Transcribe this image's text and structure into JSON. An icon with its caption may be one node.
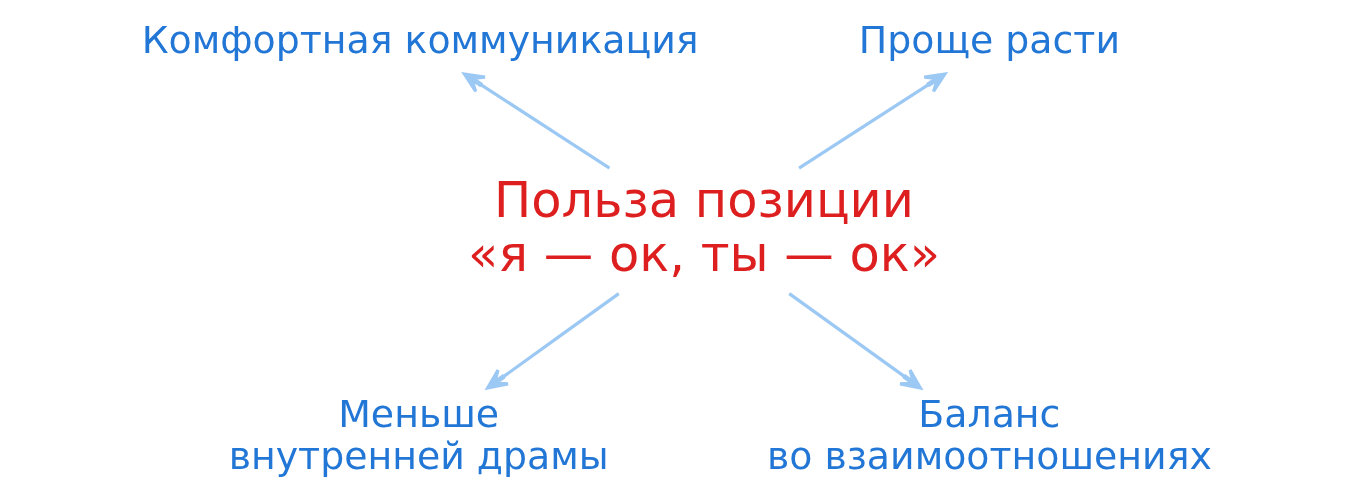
{
  "diagram": {
    "nodes": [
      {
        "text": [
          "Комфортная коммуникация"
        ]
      },
      {
        "text": [
          "Проще расти"
        ]
      },
      {
        "text": [
          "Польза позиции «я — ок, ты — ок»"
        ]
      },
      {
        "text": [
          "Меньше внутренней драмы"
        ]
      },
      {
        "text": [
          "Баланс во взаимоотношениях"
        ]
      }
    ],
    "edges": [
      {
        "from": 2,
        "to": 0,
        "arrow": "to"
      },
      {
        "from": 2,
        "to": 1,
        "arrow": "to"
      },
      {
        "from": 2,
        "to": 3,
        "arrow": "to"
      },
      {
        "from": 2,
        "to": 4,
        "arrow": "to"
      }
    ]
  }
}
